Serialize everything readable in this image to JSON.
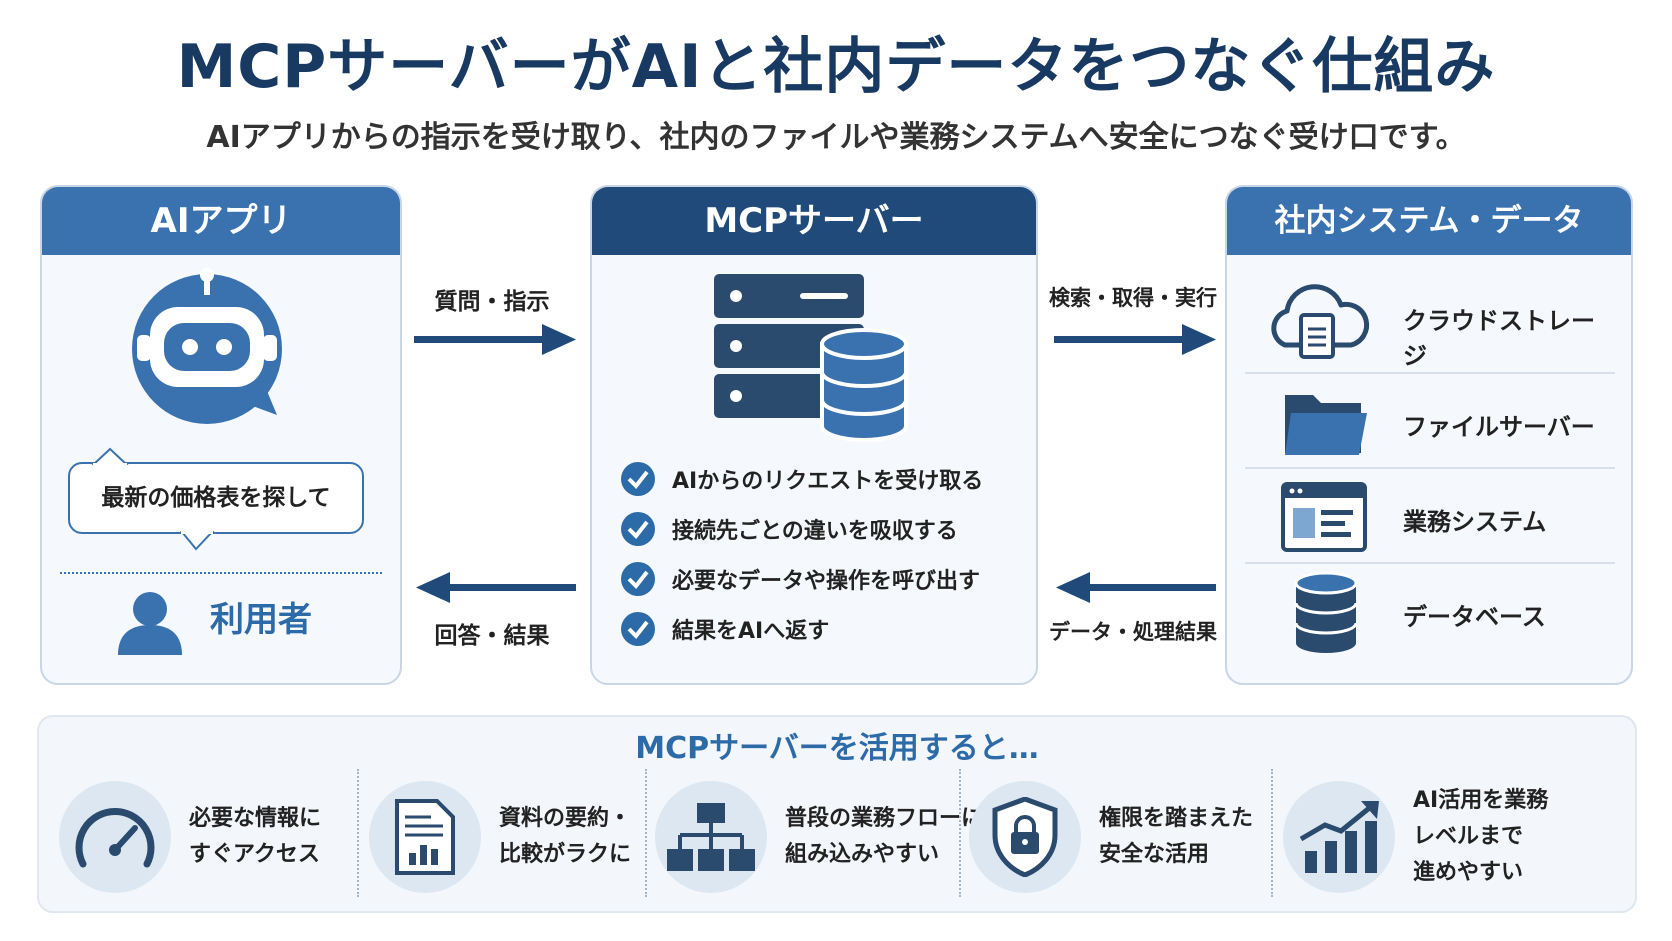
{
  "title": "MCPサーバーがAIと社内データをつなぐ仕組み",
  "subtitle": "AIアプリからの指示を受け取り、社内のファイルや業務システムへ安全につなぐ受け口です。",
  "left_panel": {
    "header": "AIアプリ",
    "bubble_text": "最新の価格表を探して",
    "user_label": "利用者"
  },
  "center_panel": {
    "header": "MCPサーバー",
    "checks": [
      "AIからのリクエストを受け取る",
      "接続先ごとの違いを吸収する",
      "必要なデータや操作を呼び出す",
      "結果をAIへ返す"
    ]
  },
  "right_panel": {
    "header": "社内システム・データ",
    "items": [
      {
        "label": "クラウドストレージ",
        "icon": "cloud-document-icon"
      },
      {
        "label": "ファイルサーバー",
        "icon": "folder-icon"
      },
      {
        "label": "業務システム",
        "icon": "app-window-icon"
      },
      {
        "label": "データベース",
        "icon": "database-icon"
      }
    ]
  },
  "arrows": {
    "left_top": "質問・指示",
    "left_bottom": "回答・結果",
    "right_top": "検索・取得・実行",
    "right_bottom": "データ・処理結果"
  },
  "benefits": {
    "title": "MCPサーバーを活用すると…",
    "items": [
      {
        "text": "必要な情報に\nすぐアクセス",
        "icon": "speedometer-icon"
      },
      {
        "text": "資料の要約・\n比較がラクに",
        "icon": "report-icon"
      },
      {
        "text": "普段の業務フローに\n組み込みやすい",
        "icon": "org-chart-icon"
      },
      {
        "text": "権限を踏まえた\n安全な活用",
        "icon": "shield-lock-icon"
      },
      {
        "text": "AI活用を業務\nレベルまで\n進めやすい",
        "icon": "growth-chart-icon"
      }
    ]
  },
  "colors": {
    "navy": "#183a62",
    "dark_blue": "#1f4a7a",
    "blue": "#3a72b0",
    "light_bg": "#f5f8fc"
  }
}
